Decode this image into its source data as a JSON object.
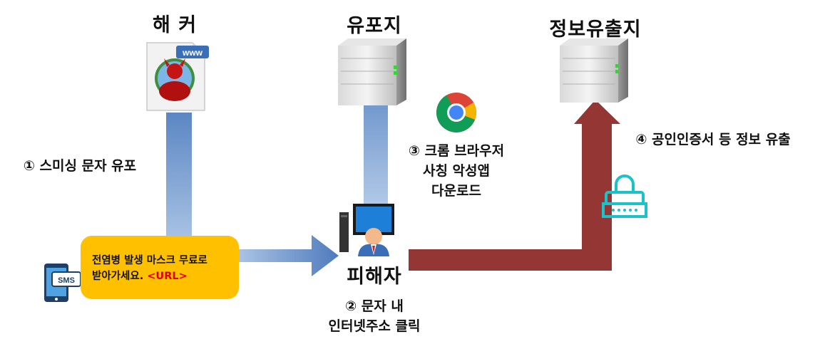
{
  "labels": {
    "hacker": "해 커",
    "distribution_site": "유포지",
    "leak_site": "정보유출지",
    "victim": "피해자"
  },
  "steps": {
    "step1": "① 스미싱 문자 유포",
    "step2_line1": "② 문자 내",
    "step2_line2": "인터넷주소 클릭",
    "step3_line1": "③ 크롬 브라우저",
    "step3_line2": "사칭 악성앱",
    "step3_line3": "다운로드",
    "step4": "④ 공인인증서 등 정보 유출"
  },
  "sms_message": {
    "line1": "전염병 발생 마스크 무료로",
    "line2": "받아가세요. ",
    "url": "<URL>"
  },
  "icons": {
    "www_badge": "www",
    "sms_badge": "SMS"
  },
  "colors": {
    "blue_arrow": "#5b86c3",
    "red_arrow": "#943634",
    "bubble": "#ffc000",
    "lock": "#19c3c8"
  }
}
